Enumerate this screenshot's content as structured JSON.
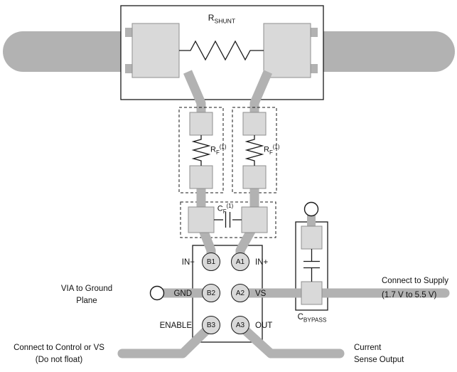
{
  "colors": {
    "trace": "#b2b2b2",
    "pad": "#d9d9d9",
    "pad_border": "#8f8f8f",
    "line": "#1a1a1a"
  },
  "shunt": {
    "sym": "R",
    "sub": "SHUNT"
  },
  "rf_left": {
    "sym": "R",
    "sub": "F",
    "sup": "(1)"
  },
  "rf_right": {
    "sym": "R",
    "sub": "F",
    "sup": "(1)"
  },
  "cf": {
    "sym": "C",
    "sub": "F",
    "sup": "(1)"
  },
  "cbypass": {
    "sym": "C",
    "sub": "BYPASS"
  },
  "ic": {
    "balls": [
      {
        "id": "B1",
        "pin": "IN−"
      },
      {
        "id": "A1",
        "pin": "IN+"
      },
      {
        "id": "B2",
        "pin": "GND"
      },
      {
        "id": "A2",
        "pin": "VS"
      },
      {
        "id": "B3",
        "pin": "ENABLE"
      },
      {
        "id": "A3",
        "pin": "OUT"
      }
    ]
  },
  "annotations": {
    "via_ground": {
      "line1": "VIA to Ground",
      "line2": "Plane"
    },
    "supply": {
      "line1": "Connect to Supply",
      "line2": "(1.7 V to 5.5 V)"
    },
    "control": {
      "line1": "Connect to Control or VS",
      "line2": "(Do not float)"
    },
    "output": {
      "line1": "Current",
      "line2": "Sense Output"
    }
  }
}
